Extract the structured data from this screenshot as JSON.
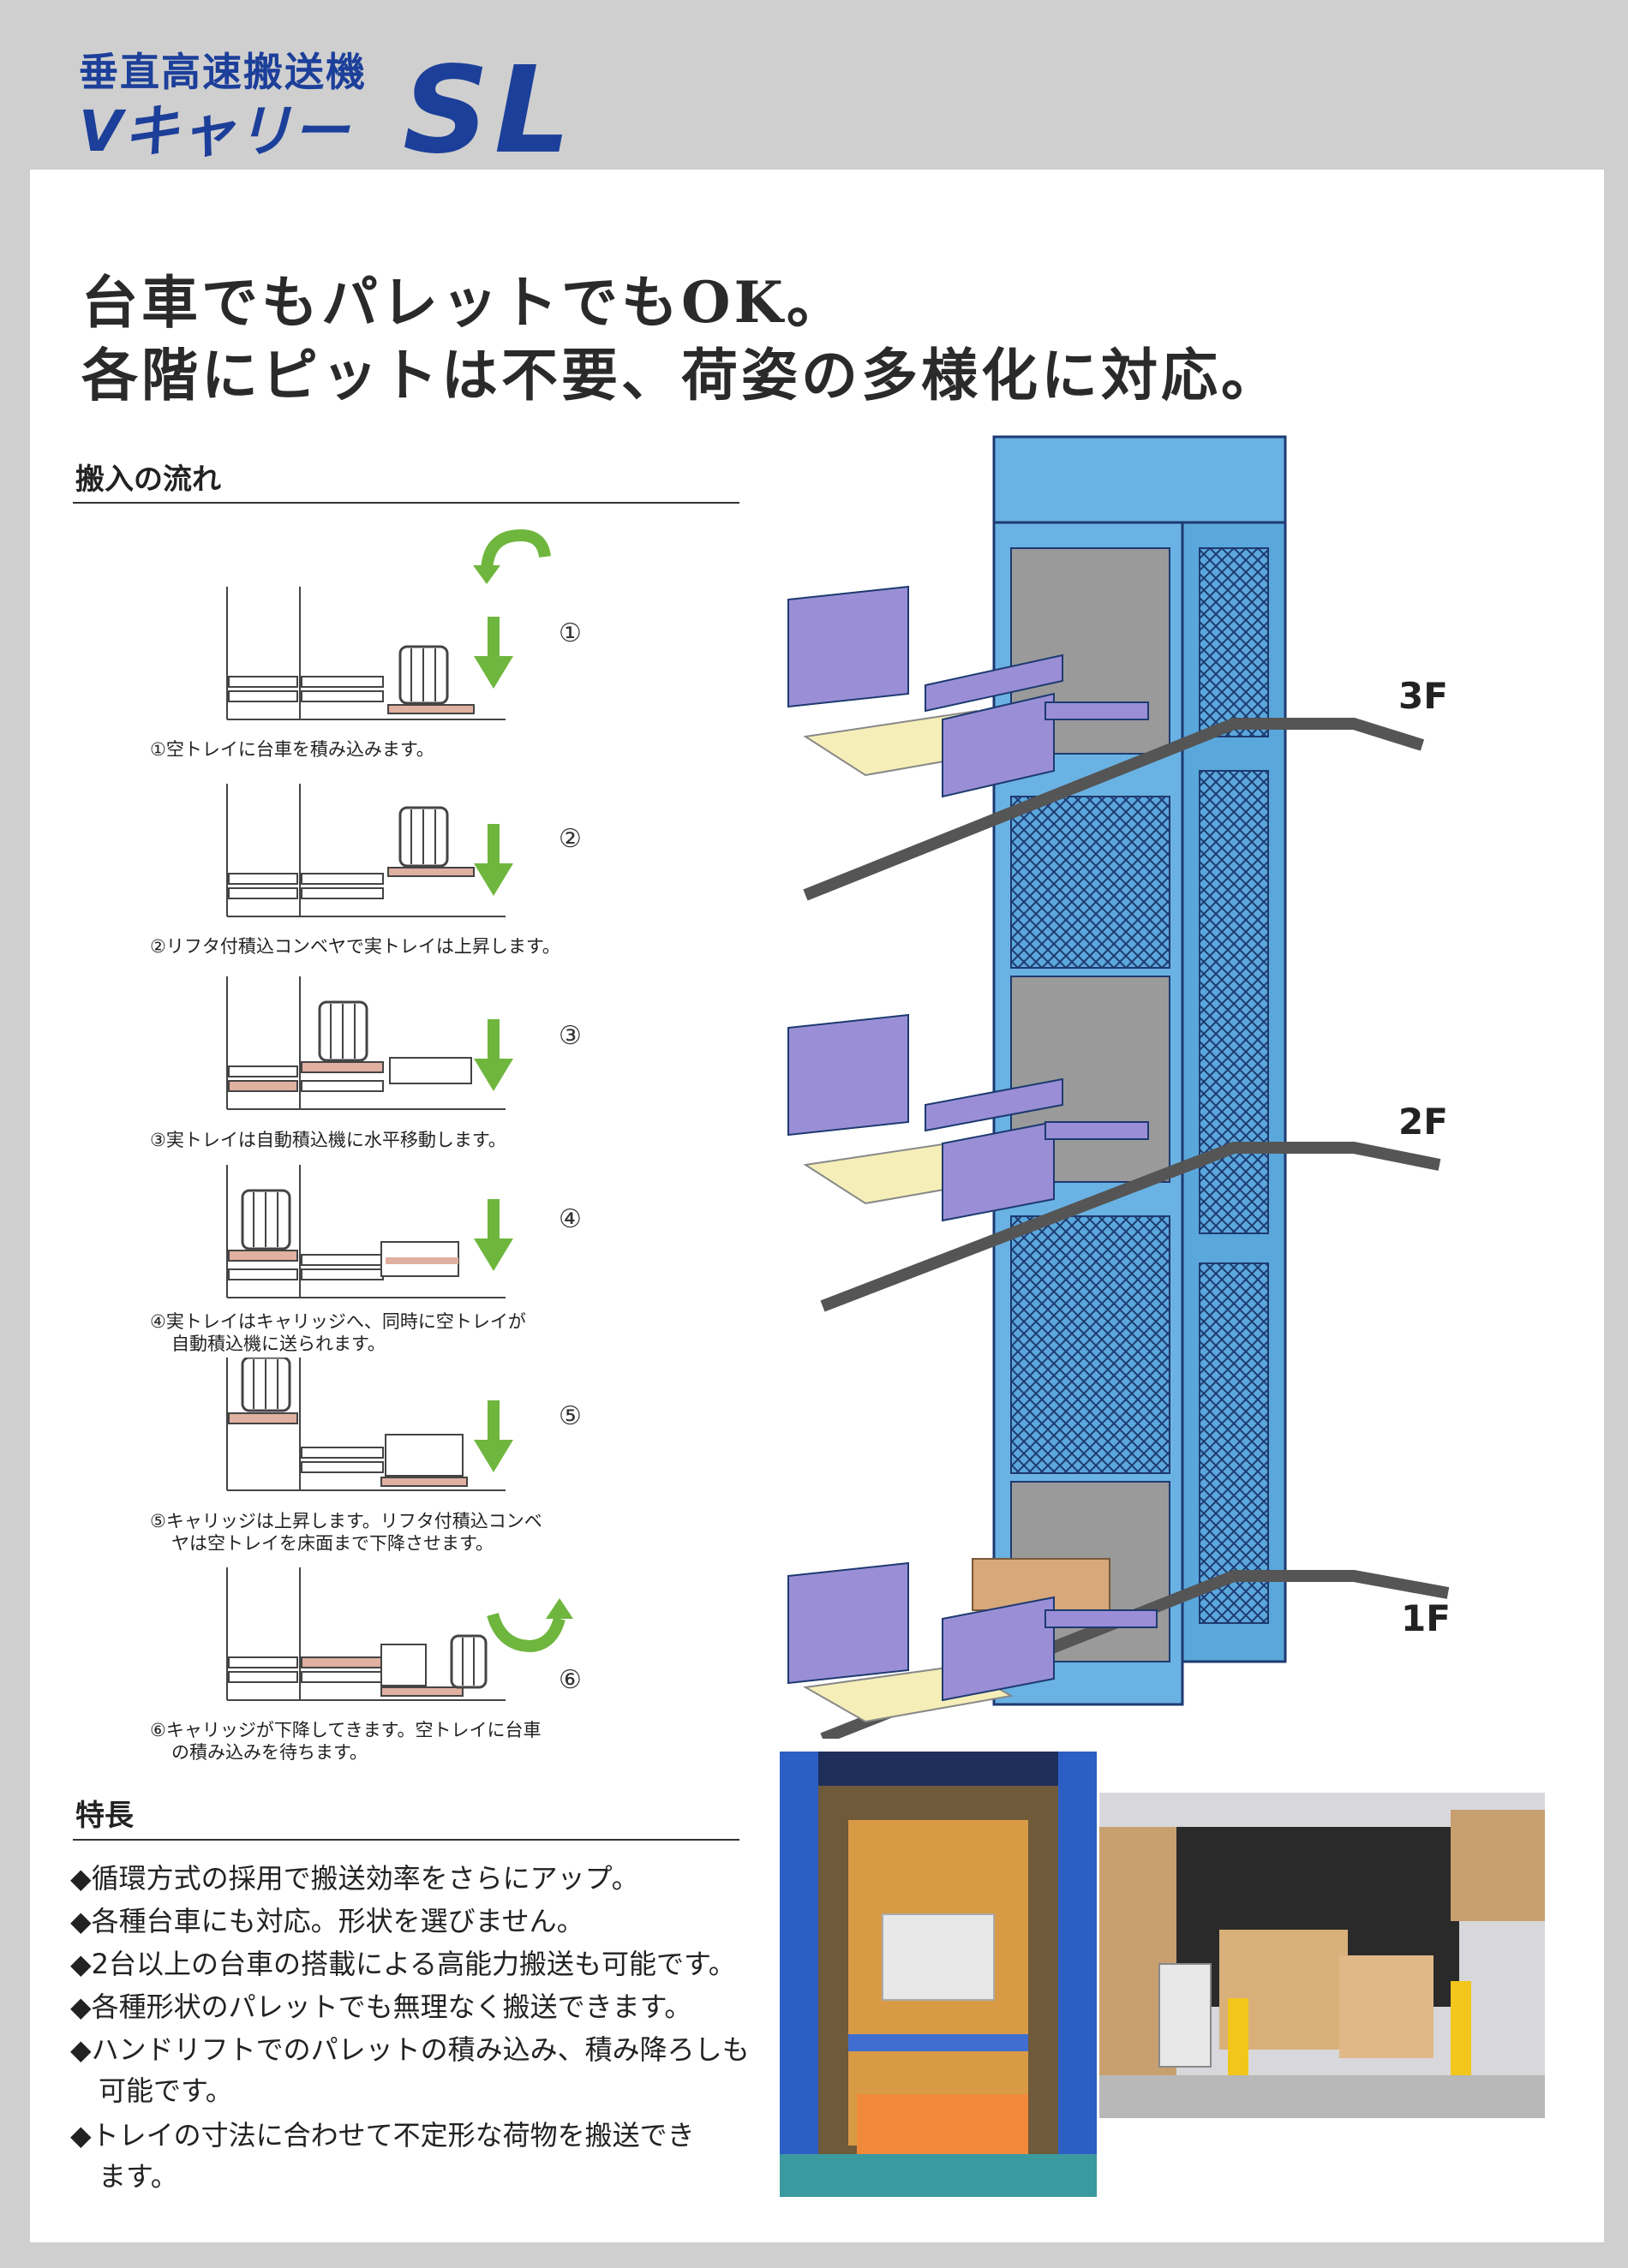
{
  "header": {
    "subtitle": "垂直高速搬送機",
    "product": "Vキャリー",
    "model": "SL"
  },
  "headline": {
    "line1": "台車でもパレットでもOK。",
    "line2": "各階にピットは不要、荷姿の多様化に対応。"
  },
  "flow": {
    "title": "搬入の流れ",
    "steps": [
      {
        "num": "①",
        "caption": "①空トレイに台車を積み込みます。"
      },
      {
        "num": "②",
        "caption": "②リフタ付積込コンベヤで実トレイは上昇します。"
      },
      {
        "num": "③",
        "caption": "③実トレイは自動積込機に水平移動します。"
      },
      {
        "num": "④",
        "caption_l1": "④実トレイはキャリッジへ、同時に空トレイが",
        "caption_l2": "自動積込機に送られます。"
      },
      {
        "num": "⑤",
        "caption_l1": "⑤キャリッジは上昇します。リフタ付積込コンベ",
        "caption_l2": "ヤは空トレイを床面まで下降させます。"
      },
      {
        "num": "⑥",
        "caption_l1": "⑥キャリッジが下降してきます。空トレイに台車",
        "caption_l2": "の積み込みを待ちます。"
      }
    ]
  },
  "floors": [
    "3F",
    "2F",
    "1F"
  ],
  "features": {
    "title": "特長",
    "items": [
      "◆循環方式の採用で搬送効率をさらにアップ。",
      "◆各種台車にも対応。形状を選びません。",
      "◆2台以上の台車の搭載による高能力搬送も可能です。",
      "◆各種形状のパレットでも無理なく搬送できます。",
      "◆ハンドリフトでのパレットの積み込み、積み降ろしも",
      "可能です。",
      "◆トレイの寸法に合わせて不定形な荷物を搬送でき",
      "ます。"
    ]
  },
  "colors": {
    "brand_blue": "#1c3f9a",
    "tower_blue": "#5aa7dc",
    "conveyor_purple": "#9a8fd6",
    "arrow_green": "#6fb63e"
  }
}
